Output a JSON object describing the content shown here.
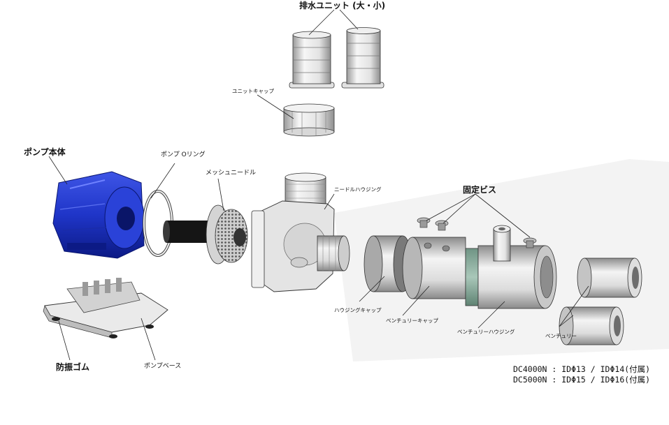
{
  "labels": {
    "drain_unit": "排水ユニット (大・小)",
    "unit_cap": "ユニットキャップ",
    "pump_body": "ポンプ本体",
    "pump_oring": "ポンプ Oリング",
    "mesh_needle": "メッシュニードル",
    "needle_housing": "ニードルハウジング",
    "fixing_screw": "固定ビス",
    "housing_cap": "ハウジングキャップ",
    "venturi_cap": "ベンチュリーキャップ",
    "venturi_housing": "ベンチュリーハウジング",
    "venturi": "ベンチュリー",
    "anti_vibration_rubber": "防振ゴム",
    "pump_base": "ポンプベース"
  },
  "specs": [
    "DC4000N : IDΦ13 / IDΦ14(付属)",
    "DC5000N : IDΦ15 / IDΦ16(付属)"
  ],
  "colors": {
    "pump_blue": "#1f35c8",
    "part_gray": "#d8d8d8",
    "accent_green": "#86a89a",
    "outline": "#333333"
  }
}
